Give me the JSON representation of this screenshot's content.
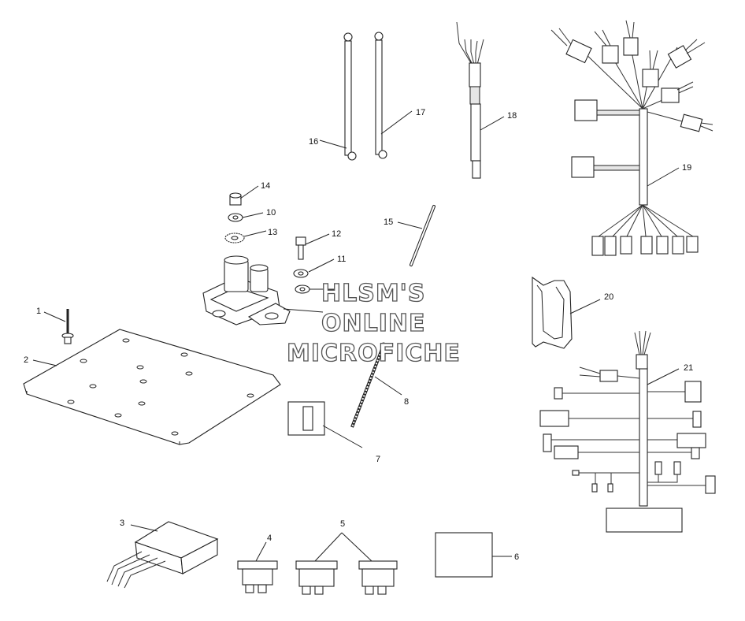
{
  "callouts": [
    "1",
    "2",
    "3",
    "4",
    "5",
    "6",
    "7",
    "8",
    "10",
    "11",
    "12",
    "13",
    "14",
    "15",
    "16",
    "17",
    "18",
    "19",
    "20",
    "21"
  ],
  "watermark": {
    "line1": "HLSM'S",
    "line2": "ONLINE",
    "line3": "MICROFICHE"
  }
}
